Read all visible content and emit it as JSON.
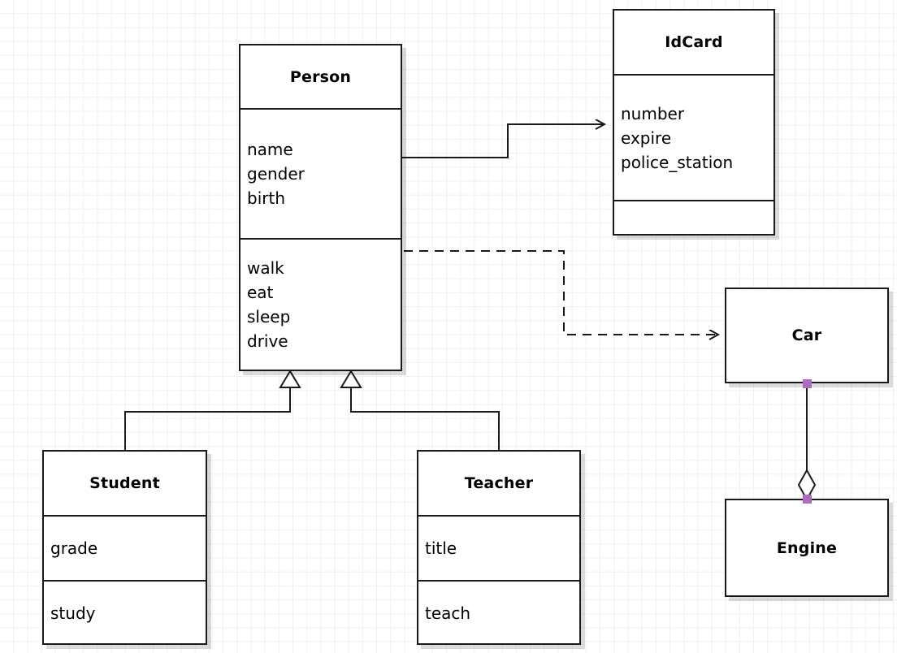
{
  "diagram": {
    "type": "uml-class-diagram",
    "background": "#ffffff",
    "grid_color": "#f0f0f0",
    "line_color": "#1a1a1a",
    "handle_color": "#ae6cc0"
  },
  "classes": {
    "person": {
      "name": "Person",
      "attributes": [
        "name",
        "gender",
        "birth"
      ],
      "methods": [
        "walk",
        "eat",
        "sleep",
        "drive"
      ]
    },
    "idcard": {
      "name": "IdCard",
      "attributes": [
        "number",
        "expire",
        "police_station"
      ],
      "methods": []
    },
    "student": {
      "name": "Student",
      "attributes": [
        "grade"
      ],
      "methods": [
        "study"
      ]
    },
    "teacher": {
      "name": "Teacher",
      "attributes": [
        "title"
      ],
      "methods": [
        "teach"
      ]
    },
    "car": {
      "name": "Car"
    },
    "engine": {
      "name": "Engine"
    }
  },
  "relationships": [
    {
      "id": "person-idcard",
      "kind": "association",
      "line": "solid",
      "arrow": "open",
      "from": "Person",
      "to": "IdCard"
    },
    {
      "id": "person-car",
      "kind": "dependency",
      "line": "dashed",
      "arrow": "open",
      "from": "Person",
      "to": "Car"
    },
    {
      "id": "student-person",
      "kind": "generalization",
      "line": "solid",
      "arrow": "hollow-triangle",
      "from": "Student",
      "to": "Person"
    },
    {
      "id": "teacher-person",
      "kind": "generalization",
      "line": "solid",
      "arrow": "hollow-triangle",
      "from": "Teacher",
      "to": "Person"
    },
    {
      "id": "car-engine",
      "kind": "aggregation",
      "line": "solid",
      "arrow": "hollow-diamond",
      "from": "Car",
      "to": "Engine"
    }
  ]
}
